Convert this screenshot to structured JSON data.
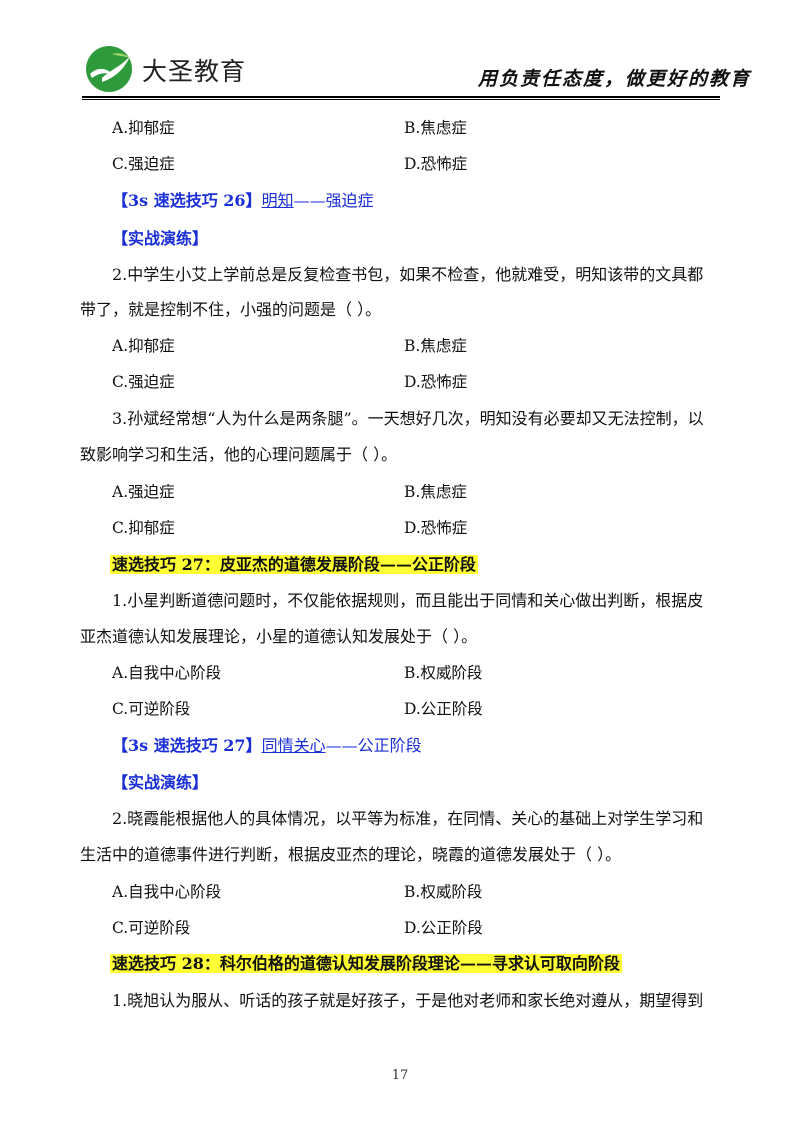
{
  "header": {
    "brand": "大圣教育",
    "slogan": "用负责任态度，做更好的教育"
  },
  "blocks": {
    "b1": {
      "a": "A.抑郁症",
      "b": "B.焦虑症",
      "c": "C.强迫症",
      "d": "D.恐怖症"
    },
    "tip26": {
      "prefix": "【3s 速选技巧 26】",
      "key": "明知",
      "suffix": "——强迫症"
    },
    "practice1": "【实战演练】",
    "q2": {
      "l1": "2.中学生小艾上学前总是反复检查书包，如果不检查，他就难受，明知该带的文具都",
      "l2": "带了，就是控制不住，小强的问题是（    ）。"
    },
    "b2": {
      "a": "A.抑郁症",
      "b": "B.焦虑症",
      "c": "C.强迫症",
      "d": "D.恐怖症"
    },
    "q3": {
      "l1": "3.孙斌经常想“人为什么是两条腿”。一天想好几次，明知没有必要却又无法控制，以",
      "l2": "致影响学习和生活，他的心理问题属于（    ）。"
    },
    "b3": {
      "a": "A.强迫症",
      "b": "B.焦虑症",
      "c": "C.抑郁症",
      "d": "D.恐怖症"
    },
    "h27": "速选技巧 27：皮亚杰的道德发展阶段——公正阶段",
    "q4": {
      "l1": "1.小星判断道德问题时，不仅能依据规则，而且能出于同情和关心做出判断，根据皮",
      "l2": "亚杰道德认知发展理论，小星的道德认知发展处于（    ）。"
    },
    "b4": {
      "a": "A.自我中心阶段",
      "b": "B.权威阶段",
      "c": "C.可逆阶段",
      "d": "D.公正阶段"
    },
    "tip27": {
      "prefix": "【3s 速选技巧 27】",
      "key": "同情关心",
      "suffix": "——公正阶段"
    },
    "practice2": "【实战演练】",
    "q5": {
      "l1": "2.晓霞能根据他人的具体情况，以平等为标准，在同情、关心的基础上对学生学习和",
      "l2": "生活中的道德事件进行判断，根据皮亚杰的理论，晓霞的道德发展处于（    ）。"
    },
    "b5": {
      "a": "A.自我中心阶段",
      "b": "B.权威阶段",
      "c": "C.可逆阶段",
      "d": "D.公正阶段"
    },
    "h28": "速选技巧 28：科尔伯格的道德认知发展阶段理论——寻求认可取向阶段",
    "q6": {
      "l1": "1.晓旭认为服从、听话的孩子就是好孩子，于是他对老师和家长绝对遵从，期望得到"
    }
  },
  "page_number": "17",
  "colors": {
    "tip_blue": "#1a2fd6",
    "highlight": "#ffff33"
  }
}
